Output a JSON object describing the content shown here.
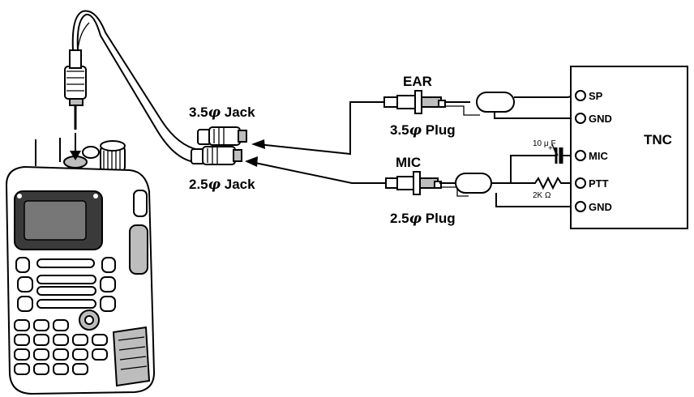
{
  "labels": {
    "jack_35": "3.5",
    "jack_35_suffix": " Jack",
    "jack_25": "2.5",
    "jack_25_suffix": " Jack",
    "ear": "EAR",
    "mic": "MIC",
    "plug_35": "3.5",
    "plug_35_suffix": " Plug",
    "plug_25": "2.5",
    "plug_25_suffix": " Plug",
    "phi": "φ",
    "capacitor": "10 μ F",
    "resistor": "2K Ω",
    "plus": "+"
  },
  "tnc": {
    "title": "TNC",
    "pins": [
      "SP",
      "GND",
      "MIC",
      "PTT",
      "GND"
    ]
  }
}
